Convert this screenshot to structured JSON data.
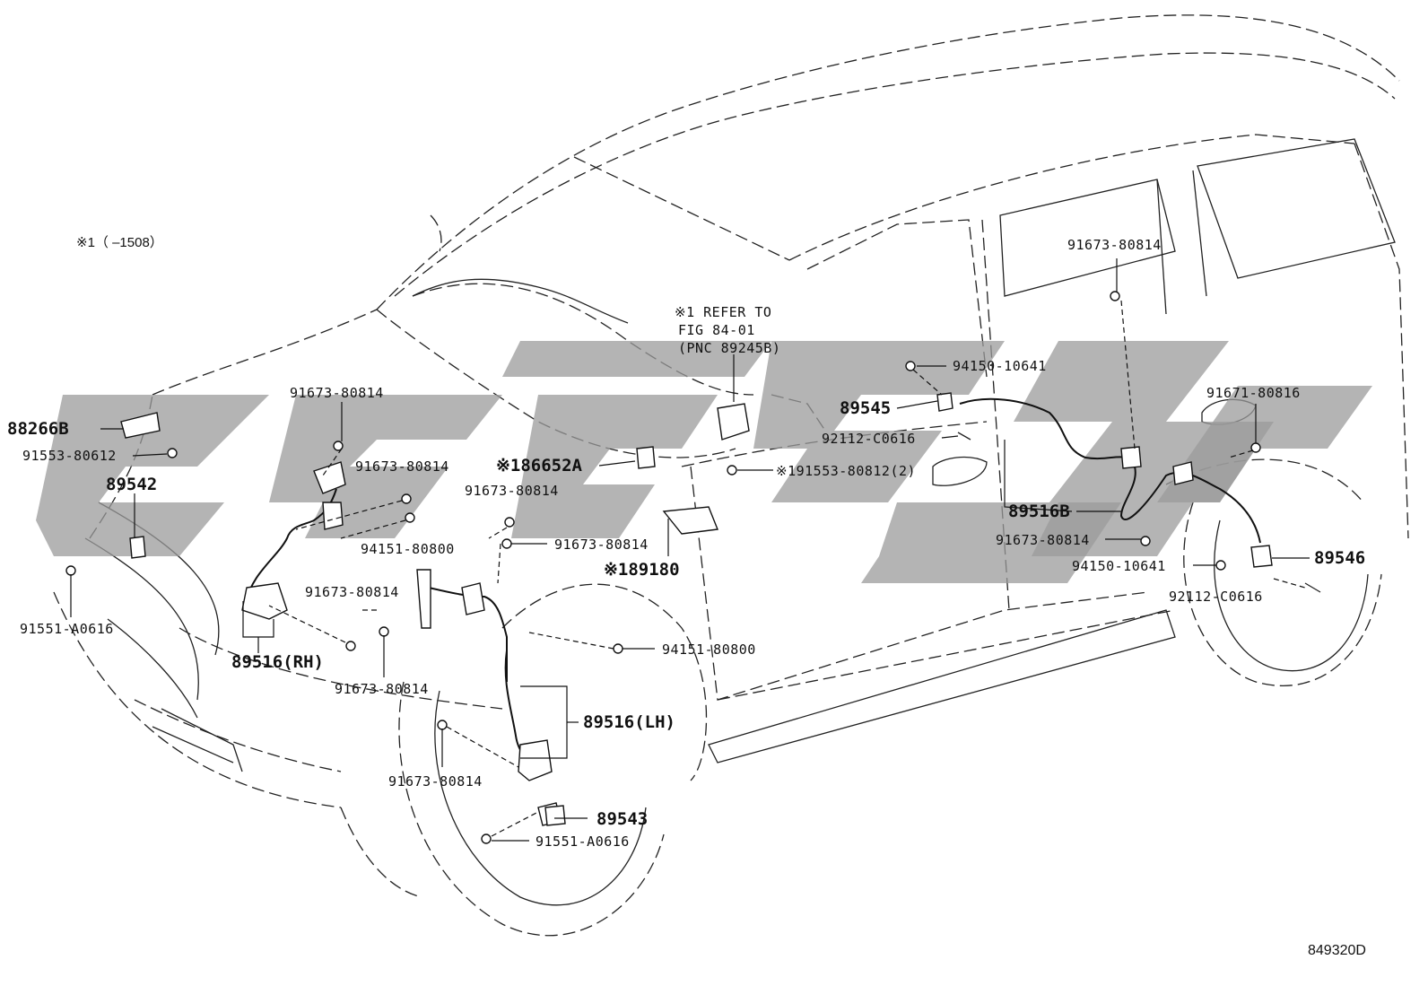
{
  "note": "※1（    –1508）",
  "ref_block": {
    "line1": "※1 REFER TO",
    "line2": "FIG 84-01",
    "line3": "(PNC 89245B)"
  },
  "labels": {
    "p88266B": "88266B",
    "p91553_80612": "91553-80612",
    "p89542": "89542",
    "p91551_A0616_left": "91551-A0616",
    "p89516RH": "89516(RH)",
    "p91673_80814_a": "91673-80814",
    "p91673_80814_b": "91673-80814",
    "p94151_80800_a": "94151-80800",
    "p91673_80814_c": "91673-80814",
    "p91673_80814_d": "91673-80814",
    "p91673_80814_e": "91673-80814",
    "p91673_80814_f": "91673-80814",
    "p186652A": "※186652A",
    "p189180": "※189180",
    "p94151_80800_b": "94151-80800",
    "p89516LH": "89516(LH)",
    "p91673_80814_g": "91673-80814",
    "p89543": "89543",
    "p91551_A0616_bottom": "91551-A0616",
    "p89545": "89545",
    "p92112_C0616_a": "92112-C0616",
    "p91553_80812": "※191553-80812(2)",
    "p94150_10641_a": "94150-10641",
    "p91673_80814_h": "91673-80814",
    "p89516B": "89516B",
    "p91673_80814_i": "91673-80814",
    "p91671_80816": "91671-80816",
    "p94150_10641_b": "94150-10641",
    "p89546": "89546",
    "p92112_C0616_b": "92112-C0616"
  },
  "figure_number": "849320D",
  "colors": {
    "line": "#222222",
    "watermark": "#9b9b9b"
  }
}
